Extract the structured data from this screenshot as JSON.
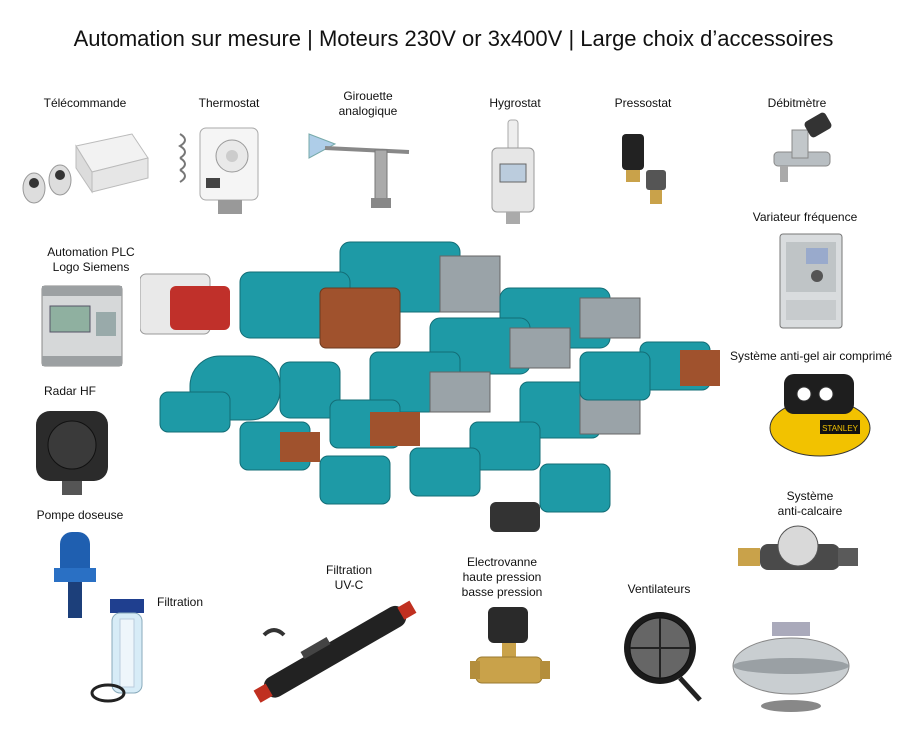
{
  "title": "Automation sur mesure | Moteurs 230V or 3x400V | Large choix d’accessoires",
  "labels": {
    "telecommande": "Télécommande",
    "thermostat": "Thermostat",
    "girouette_1": "Girouette",
    "girouette_2": "analogique",
    "hygrostat": "Hygrostat",
    "pressostat": "Pressostat",
    "debitmetre": "Débitmètre",
    "variateur": "Variateur fréquence",
    "plc_1": "Automation PLC",
    "plc_2": "Logo Siemens",
    "antigel": "Système anti-gel air comprimé",
    "radar": "Radar HF",
    "anticalcaire_1": "Système",
    "anticalcaire_2": "anti-calcaire",
    "pompe_doseuse": "Pompe doseuse",
    "filtration": "Filtration",
    "uvc_1": "Filtration",
    "uvc_2": "UV-C",
    "electrovanne_1": "Electrovanne",
    "electrovanne_2": "haute pression",
    "electrovanne_3": "basse pression",
    "ventilateurs": "Ventilateurs"
  },
  "product_images": {
    "stanley_brand": "STANLEY"
  },
  "colors": {
    "pump_teal": "#1e9aa6",
    "pump_copper": "#a0522d",
    "steel": "#9aa3a8"
  }
}
